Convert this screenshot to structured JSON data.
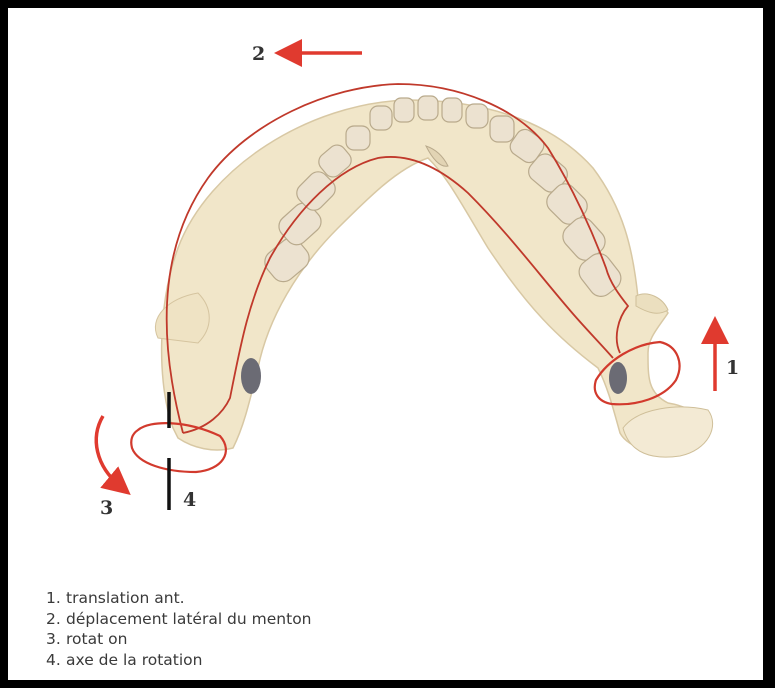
{
  "colors": {
    "outline_red": "#c0392b",
    "arrow_red": "#e03a2f",
    "bone": "#f1e6c9",
    "teeth": "#ece2d0",
    "frame": "#000000"
  },
  "labels": {
    "n1": "1",
    "n2": "2",
    "n3": "3",
    "n4": "4"
  },
  "legend": [
    {
      "num": "1.",
      "text": "translation ant."
    },
    {
      "num": "2.",
      "text": "déplacement latéral du menton"
    },
    {
      "num": "3.",
      "text": "rotat on"
    },
    {
      "num": "4.",
      "text": "axe de la rotation"
    }
  ]
}
